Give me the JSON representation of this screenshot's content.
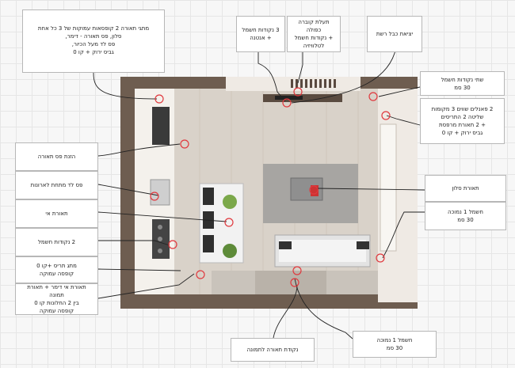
{
  "labels": {
    "switch_triple_tv": "מתגי  תאורה 2 קופסאות עמוקות של 3 כל אחת\nסלון, פס תאורה - דימר,\nפס לד מעל הכיור,\nגביס ירוק + קו 0",
    "outlets_antenna": "3 נקודות חשמל\n+ אנטנה",
    "tv_conduit": "תעלת קוברה כפולה\n+ נקודות חשמל\nלטלוויזיה",
    "network_exit": "יציאת כבל רשת",
    "two_outlets_30": "שתי נקודות חשמל\n30 סמ",
    "three_way_panels": "2 פאנלים שווים 3 מקומות\nשליטה 2 התריסים\n+ 2 תאורת מרפסת\nגביס ירוק + קו 0",
    "light_strip_feed": "הזנת פס תאורה",
    "led_under_cabinets": "פס לד מתחת לארונות",
    "island_light": "תאורת אי",
    "two_outlets": "2 נקודות חשמל",
    "living_light": "תאורת סלון",
    "outlet_low_30": "חשמל 1 נמוכה\n30 סמ",
    "shutter_switch": "מתג תריס +קו 0\nקופסה עמוקה",
    "island_dimmer": "תאורת אי דימר + תאורת תמונה\nבין 2 החלונות קו 0\nקופסה עמוקה",
    "picture_light_point": "נקודת תאורה לתמונה",
    "outlet_low_30_bottom": "חשמל 1 נמוכה\n30 סמ"
  },
  "colors": {
    "marker": "#e0393e",
    "line": "#222222",
    "box_border": "#b7b7b7",
    "floor": "#d8d1c8",
    "rug": "#a7a5a2",
    "wall": "#8a7565"
  }
}
